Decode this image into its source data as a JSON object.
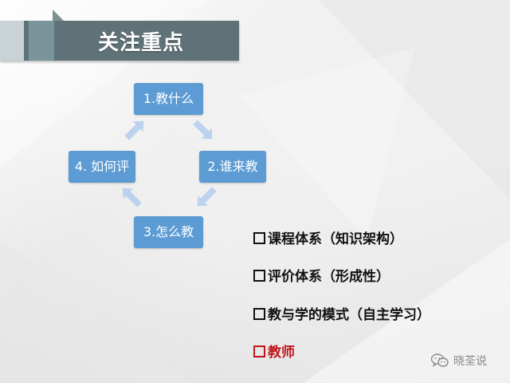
{
  "title": "关注重点",
  "diagram": {
    "nodes": [
      {
        "label": "1.教什么"
      },
      {
        "label": "2.谁来教"
      },
      {
        "label": "3.怎么教"
      },
      {
        "label": "4. 如何评"
      }
    ]
  },
  "bullets": [
    {
      "text": "课程体系（知识架构）"
    },
    {
      "text": "评价体系（形成性）"
    },
    {
      "text": "教与学的模式（自主学习）"
    },
    {
      "text": "教师",
      "highlight": true
    }
  ],
  "watermark": {
    "text": "晓荃说",
    "icon": "wechat-icon"
  },
  "colors": {
    "title_bar": "#5f7278",
    "node": "#5c9bd3",
    "arrow": "#bcd2ee",
    "highlight": "#c0161b"
  }
}
